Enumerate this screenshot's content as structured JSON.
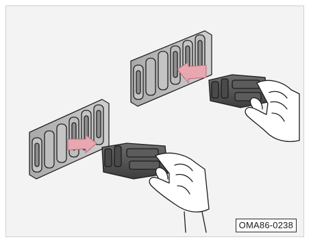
{
  "figure": {
    "code": "OMA86-0238",
    "colors": {
      "background": "#f3f3f3",
      "socket": "#b5b5b5",
      "socket_dark": "#8d8d8d",
      "plug": "#5a5a5a",
      "plug_dark": "#3a3a3a",
      "arrow": "#e9a7b2",
      "outline": "#222222"
    },
    "icons": [
      "socket-block",
      "connector-plug",
      "hand",
      "insert-arrow"
    ]
  }
}
